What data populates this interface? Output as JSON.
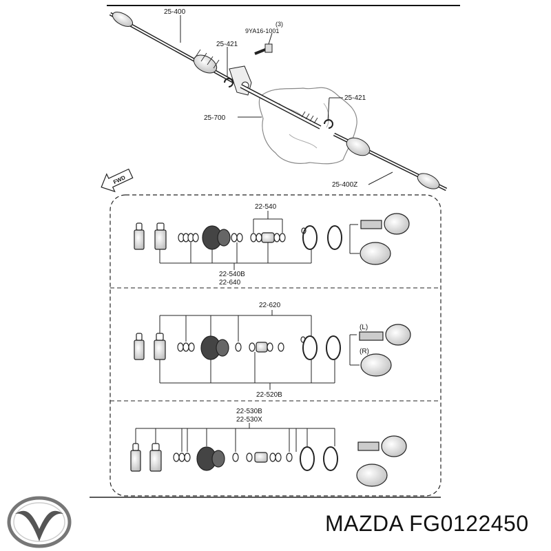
{
  "diagram": {
    "top_labels": {
      "shaft_left": "25-400",
      "bolt_ref": "(3)",
      "bolt": "9YA16-1001",
      "clip_left": "25-421",
      "clip_right": "25-421",
      "intermediate_shaft": "25-700",
      "shaft_right": "25-400Z",
      "fwd_arrow": "FWD"
    },
    "section1": {
      "top_label": "22-540",
      "bottom_label_1": "22-540B",
      "bottom_label_2": "22-640"
    },
    "section2": {
      "top_label": "22-620",
      "bottom_label": "22-520B",
      "left_joint": "(L)",
      "right_joint": "(R)"
    },
    "section3": {
      "top_label_1": "22-530B",
      "top_label_2": "22-530X"
    }
  },
  "brand": {
    "logo_name": "MAZDA",
    "part_number_text": "MAZDA FG0122450"
  }
}
